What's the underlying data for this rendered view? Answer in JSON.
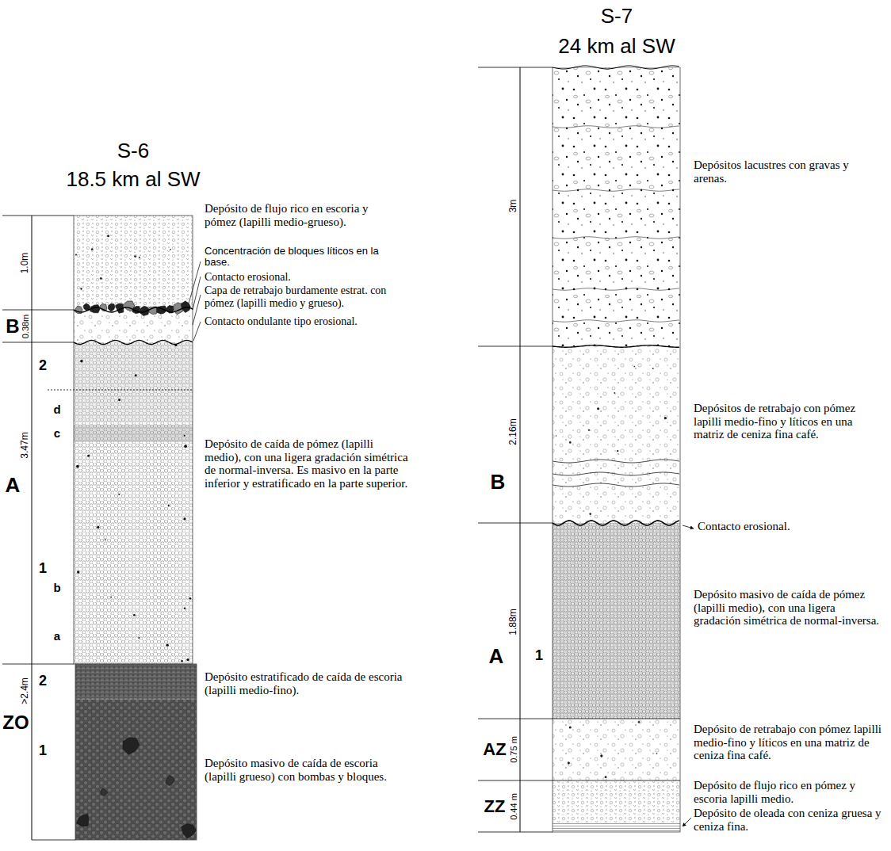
{
  "diagram": {
    "labels": [
      "S-6",
      "18.5 km al SW",
      "1.0m",
      "B",
      "0.38m",
      "2",
      "d",
      "c",
      "A",
      "3.47m",
      "1",
      "b",
      "a",
      "2",
      "ZO",
      ">2.4m",
      "1",
      "Depósito de flujo rico en escoria y pómez (lapilli medio-grueso).",
      "Concentración de bloques líticos en la base.",
      "Contacto erosional.",
      "Capa de retrabajo burdamente estrat. con pómez (lapilli medio y grueso).",
      "Contacto ondulante tipo erosional.",
      "Depósito de caída de pómez (lapilli medio), con una ligera gradación simétrica de normal-inversa. Es masivo en la parte inferior y estratificado en la parte superior.",
      "Depósito estratificado de caída de escoria (lapilli medio-fino).",
      "Depósito masivo de caída de escoria (lapilli grueso) con bombas y bloques.",
      "S-7",
      "24 km al SW",
      "3m",
      "B",
      "2.16m",
      "A",
      "1.88m",
      "1",
      "AZ",
      "0.75 m",
      "ZZ",
      "0.44 m",
      "Depósitos lacustres con gravas y arenas.",
      "Depósitos de retrabajo con pómez lapilli medio-fino y líticos en una matriz de ceniza fina café.",
      "Contacto erosional.",
      "Depósito masivo de caída de pómez (lapilli medio), con una ligera gradación simétrica de normal-inversa.",
      "Depósito de retrabajo con pómez lapilli medio-fino y líticos en una matriz de ceniza fina café.",
      "Depósito de flujo rico en pómez y escoria lapilli medio.",
      "Depósito de oleada con ceniza gruesa y ceniza fina."
    ]
  }
}
